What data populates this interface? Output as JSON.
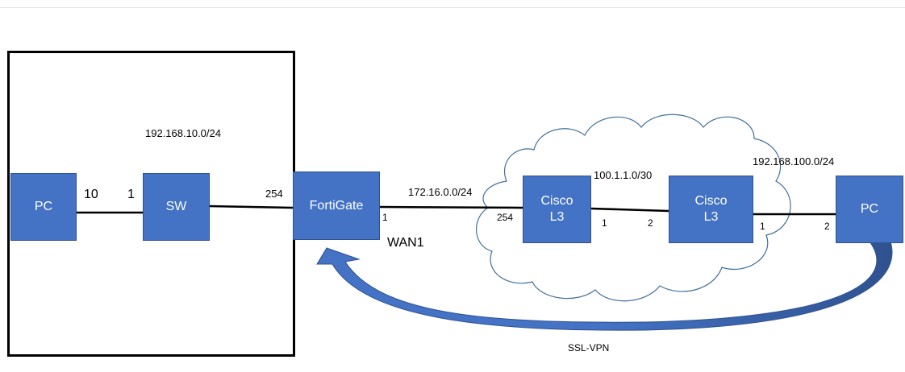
{
  "devices": {
    "pc_left": "PC",
    "switch": "SW",
    "firewall": "FortiGate",
    "router1": "Cisco\nL3",
    "router2": "Cisco\nL3",
    "pc_right": "PC"
  },
  "networks": {
    "lan": "192.168.10.0/24",
    "wan": "172.16.0.0/24",
    "transit": "100.1.1.0/30",
    "remote": "192.168.100.0/24"
  },
  "host_ids": {
    "pc_left": "10",
    "switch": "1",
    "fortigate_lan": "254",
    "fortigate_wan": "1",
    "router1_wan": "254",
    "router1_transit": "1",
    "router2_transit": "2",
    "router2_remote": "1",
    "pc_right": "2"
  },
  "labels": {
    "wan_interface": "WAN1",
    "vpn": "SSL-VPN"
  },
  "colors": {
    "node_fill": "#4472c4",
    "node_border": "#2f528f",
    "arrow_fill": "#4472c4",
    "cloud_stroke": "#41719c"
  }
}
